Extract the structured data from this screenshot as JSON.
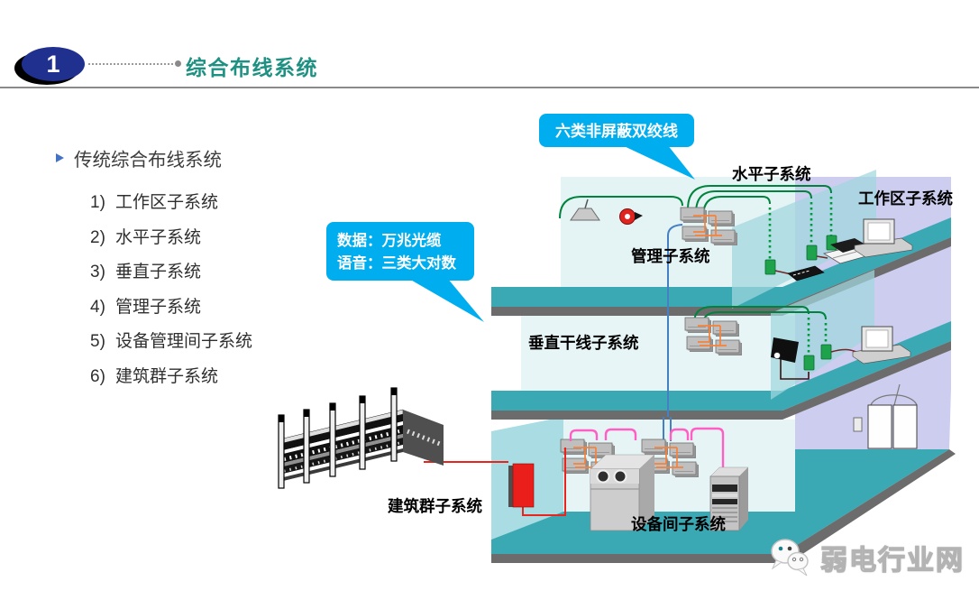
{
  "header": {
    "number": "1",
    "title": "综合布线系统"
  },
  "list": {
    "heading": "传统综合布线系统",
    "items": [
      {
        "num": "1)",
        "text": "工作区子系统"
      },
      {
        "num": "2)",
        "text": "水平子系统"
      },
      {
        "num": "3)",
        "text": "垂直子系统"
      },
      {
        "num": "4)",
        "text": "管理子系统"
      },
      {
        "num": "5)",
        "text": "设备管理间子系统"
      },
      {
        "num": "6)",
        "text": "建筑群子系统"
      }
    ]
  },
  "diagram": {
    "callout_cable": {
      "text": "六类非屏蔽双绞线"
    },
    "callout_backbone": {
      "line1": "数据：万兆光缆",
      "line2": "语音：三类大对数"
    },
    "labels": {
      "horizontal": "水平子系统",
      "workarea": "工作区子系统",
      "management": "管理子系统",
      "vertical": "垂直干线子系统",
      "equipment": "设备间子系统",
      "campus": "建筑群子系统"
    }
  },
  "watermark": {
    "text": "弱电行业网"
  },
  "colors": {
    "title_teal": "#1F9183",
    "badge_navy": "#20308F",
    "callout_cyan": "#00ADEE",
    "floor_teal": "#3BA9B4",
    "floor_edge_gray": "#6C6C6C",
    "wall_cyan": "#E4F3F4",
    "wall_lavender": "#CDCDF0",
    "partition_cyan": "#A0D7DE",
    "cable_green": "#00843D",
    "cable_blue": "#4580C4",
    "cable_pink": "#FF5FC4",
    "cable_red": "#E8241C",
    "link_orange": "#F5823C"
  }
}
